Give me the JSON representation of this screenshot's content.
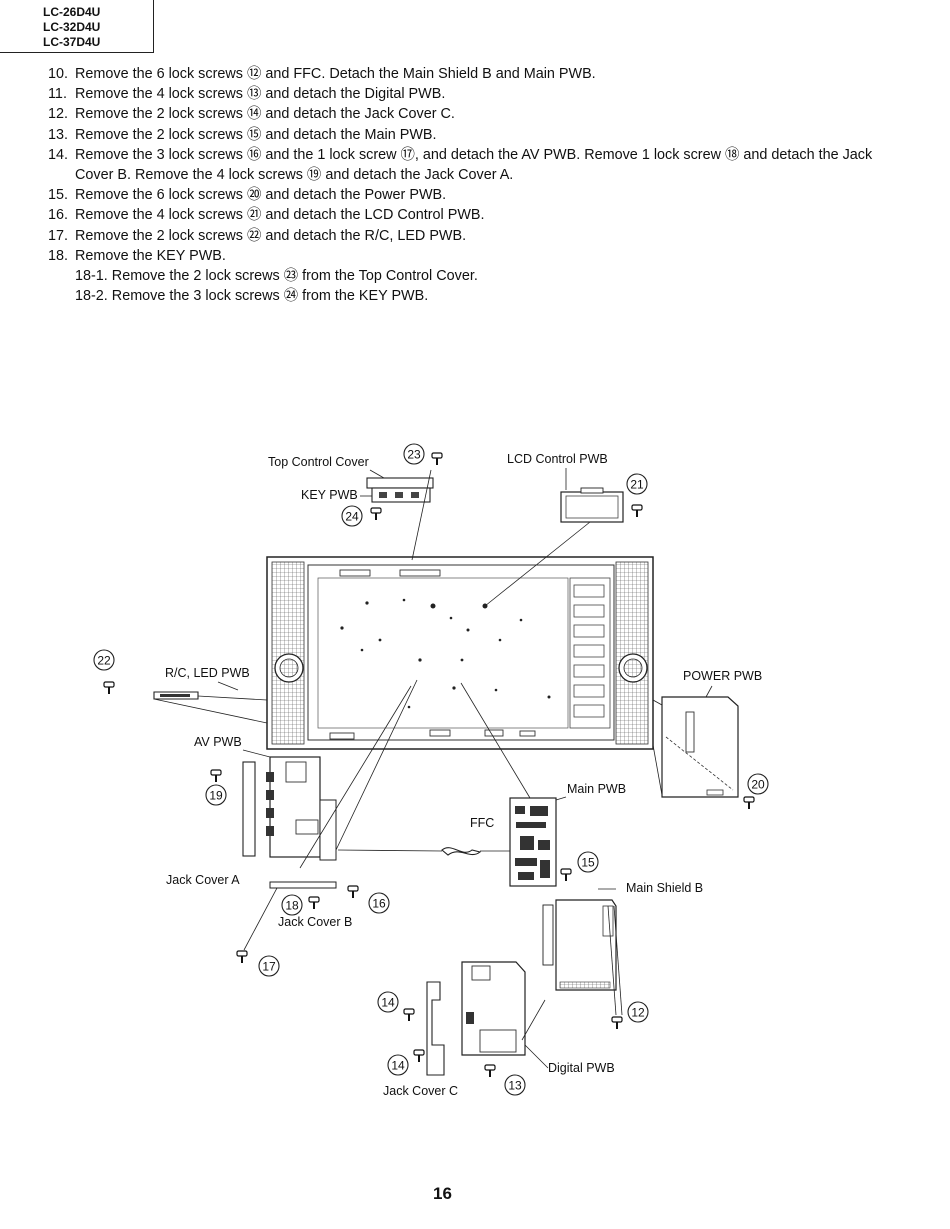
{
  "header": {
    "models": [
      "LC-26D4U",
      "LC-32D4U",
      "LC-37D4U"
    ]
  },
  "steps": [
    {
      "num": "10.",
      "text": "Remove the 6 lock screws ⑫ and FFC. Detach the Main Shield B and Main PWB."
    },
    {
      "num": "11.",
      "text": "Remove the 4 lock screws ⑬ and detach the Digital PWB."
    },
    {
      "num": "12.",
      "text": "Remove the 2 lock screws ⑭ and detach the  Jack Cover C."
    },
    {
      "num": "13.",
      "text": "Remove the 2 lock screws ⑮ and detach the Main PWB."
    },
    {
      "num": "14.",
      "text": "Remove the 3 lock screws ⑯ and the 1 lock screw ⑰, and detach the AV PWB. Remove 1 lock screw ⑱ and detach the Jack Cover B. Remove the 4 lock screws ⑲ and detach the Jack Cover A."
    },
    {
      "num": "15.",
      "text": "Remove the 6 lock screws ⑳ and detach the Power PWB."
    },
    {
      "num": "16.",
      "text": "Remove the 4 lock screws ㉑ and detach the LCD Control PWB."
    },
    {
      "num": "17.",
      "text": "Remove the 2 lock screws ㉒ and detach the R/C, LED PWB."
    },
    {
      "num": "18.",
      "text": "Remove the KEY PWB.",
      "sub": [
        "18-1. Remove the 2 lock screws ㉓ from the Top Control Cover.",
        "18-2. Remove the 3 lock screws ㉔ from the KEY PWB."
      ]
    }
  ],
  "diagram": {
    "labels": {
      "top_control_cover": "Top Control Cover",
      "key_pwb": "KEY PWB",
      "lcd_control_pwb": "LCD Control PWB",
      "rc_led_pwb": "R/C, LED PWB",
      "power_pwb": "POWER PWB",
      "av_pwb": "AV PWB",
      "main_pwb": "Main PWB",
      "ffc": "FFC",
      "jack_cover_a": "Jack Cover A",
      "jack_cover_b": "Jack Cover B",
      "main_shield_b": "Main Shield B",
      "digital_pwb": "Digital PWB",
      "jack_cover_c": "Jack Cover C"
    },
    "callouts": {
      "c23": "23",
      "c24": "24",
      "c21": "21",
      "c22": "22",
      "c20": "20",
      "c19": "19",
      "c15": "15",
      "c16": "16",
      "c18": "18",
      "c17": "17",
      "c12": "12",
      "c14a": "14",
      "c14b": "14",
      "c13": "13"
    }
  },
  "footer": {
    "page_number": "16"
  }
}
